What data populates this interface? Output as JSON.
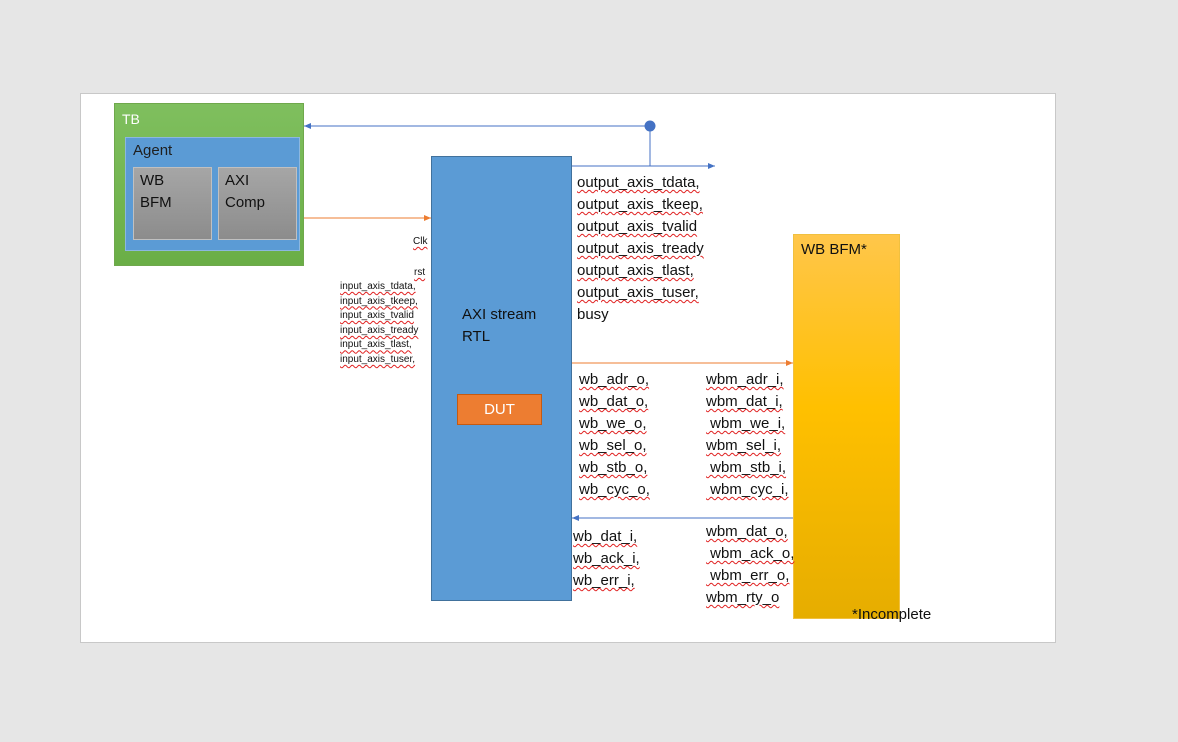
{
  "tb": {
    "label": "TB"
  },
  "agent": {
    "label": "Agent",
    "wb_bfm": [
      "WB",
      "BFM"
    ],
    "axi_comp": [
      "AXI",
      "Comp"
    ]
  },
  "rtl": {
    "label": [
      "AXI stream",
      "RTL"
    ],
    "dut": "DUT"
  },
  "wb_bfm": {
    "label": "WB BFM*",
    "note": "*Incomplete"
  },
  "inputs": {
    "clk": "Clk",
    "rst": "rst",
    "axis": [
      "input_axis_tdata,",
      "input_axis_tkeep,",
      "input_axis_tvalid",
      "input_axis_tready",
      "input_axis_tlast,",
      "input_axis_tuser,"
    ]
  },
  "outputs": [
    "output_axis_tdata,",
    "output_axis_tkeep,",
    "output_axis_tvalid",
    "output_axis_tready",
    "output_axis_tlast,",
    "output_axis_tuser,",
    "busy"
  ],
  "wb_out": [
    "wb_adr_o,",
    "wb_dat_o,",
    "wb_we_o,",
    "wb_sel_o,",
    "wb_stb_o,",
    "wb_cyc_o,"
  ],
  "wbm_in": [
    "wbm_adr_i,",
    "wbm_dat_i,",
    " wbm_we_i,",
    "wbm_sel_i,",
    " wbm_stb_i,",
    " wbm_cyc_i,"
  ],
  "wb_in": [
    "wb_dat_i,",
    "wb_ack_i,",
    "wb_err_i,"
  ],
  "wbm_out": [
    "wbm_dat_o,",
    " wbm_ack_o,",
    " wbm_err_o,",
    "wbm_rty_o"
  ],
  "colors": {
    "blue_wire": "#4472c4",
    "orange_wire": "#ed7d31",
    "rtl": "#5b9bd5",
    "dut": "#ed7d31",
    "tb": "#70ad47",
    "wbbfm": "#ffc000"
  }
}
